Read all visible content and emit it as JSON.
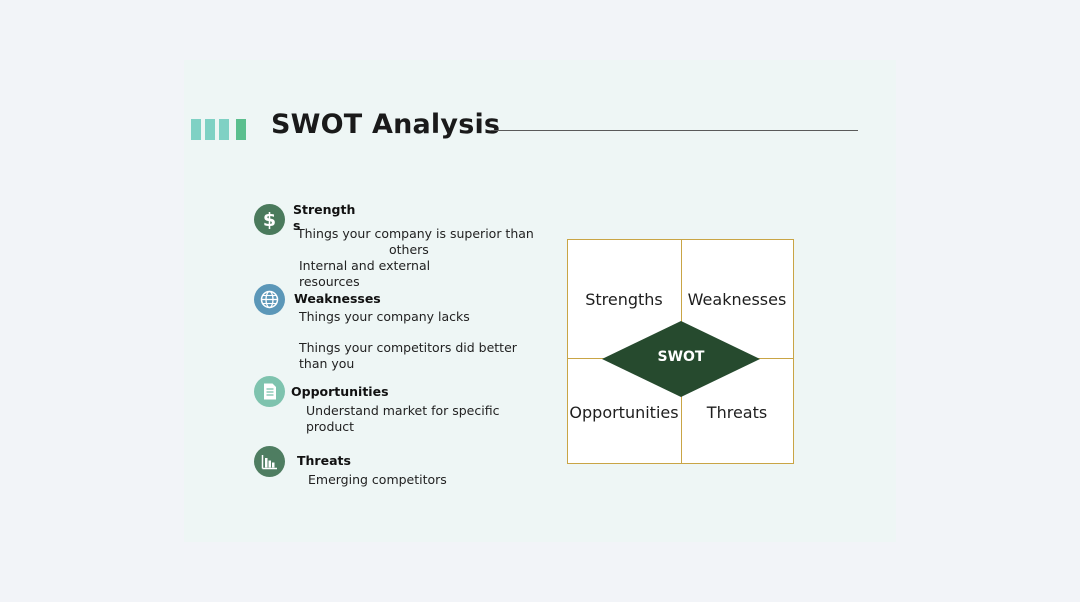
{
  "title": "SWOT Analysis",
  "accent_colors": [
    "#7fd1c4",
    "#7fd1c4",
    "#7fd1c4",
    "#5bbf8e"
  ],
  "items": [
    {
      "heading": "Strength\ns",
      "icon": "dollar-icon",
      "icon_color": "#4a7a5c",
      "lines": [
        "Things your company is superior than",
        "others",
        "Internal and external",
        "resources"
      ]
    },
    {
      "heading": "Weaknesses",
      "icon": "globe-icon",
      "icon_color": "#5b97b8",
      "lines": [
        "Things your company lacks",
        "Things your competitors did better",
        "than you"
      ]
    },
    {
      "heading": "Opportunities",
      "icon": "document-icon",
      "icon_color": "#7ec3ae",
      "lines": [
        "Understand market for specific",
        "product"
      ]
    },
    {
      "heading": "Threats",
      "icon": "chart-icon",
      "icon_color": "#4e7d61",
      "lines": [
        "Emerging competitors"
      ]
    }
  ],
  "matrix": {
    "top_left": "Strengths",
    "top_right": "Weaknesses",
    "bottom_left": "Opportunities",
    "bottom_right": "Threats",
    "center": "SWOT",
    "center_color": "#264a2e",
    "border_color": "#c9a545"
  }
}
